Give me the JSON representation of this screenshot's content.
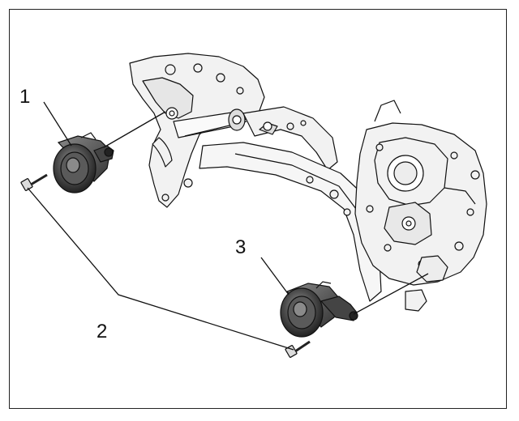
{
  "callouts": {
    "one": "1",
    "two": "2",
    "three": "3"
  },
  "colors": {
    "line": "#111111",
    "pump_dark": "#3a3a3a",
    "pump_mid": "#777777",
    "engine_fill": "#f2f2f2"
  },
  "icons": {
    "pump_upper": "fuel-pump-illustration",
    "pump_lower": "fuel-pump-illustration",
    "engine": "engine-block-illustration",
    "bolts": "bolt-illustration"
  }
}
